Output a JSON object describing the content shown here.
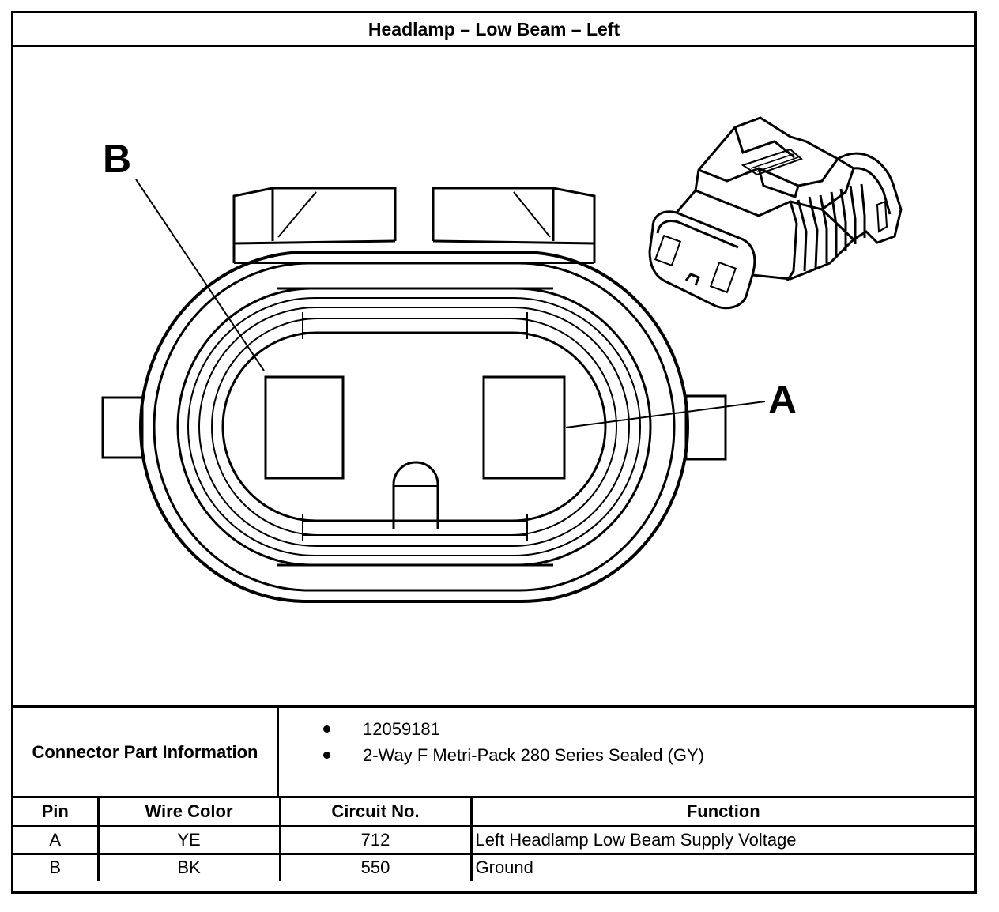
{
  "title": "Headlamp – Low Beam – Left",
  "diagram": {
    "callouts": [
      "B",
      "A"
    ]
  },
  "part_info": {
    "label": "Connector Part Information",
    "items": [
      "12059181",
      "2-Way F Metri-Pack 280 Series Sealed (GY)"
    ]
  },
  "pin_table": {
    "headers": [
      "Pin",
      "Wire Color",
      "Circuit No.",
      "Function"
    ],
    "rows": [
      [
        "A",
        "YE",
        "712",
        "Left Headlamp Low Beam Supply Voltage"
      ],
      [
        "B",
        "BK",
        "550",
        "Ground"
      ]
    ]
  }
}
